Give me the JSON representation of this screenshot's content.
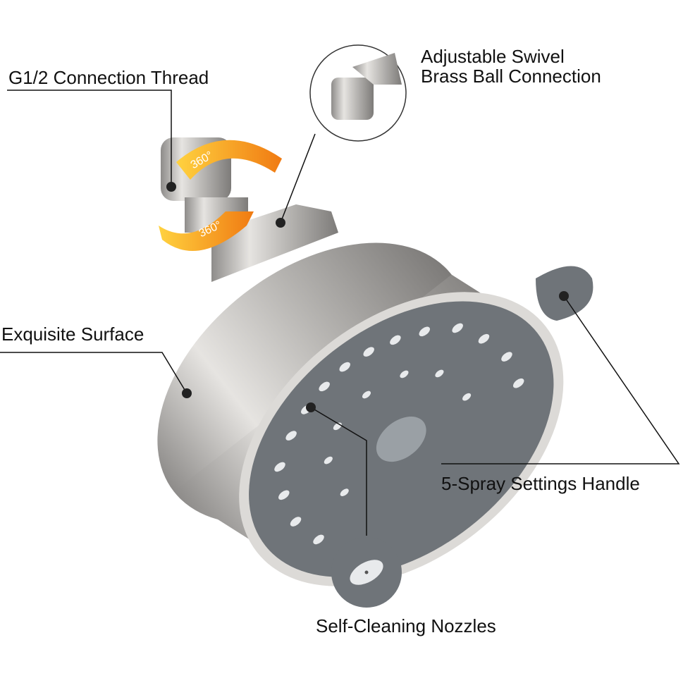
{
  "callouts": {
    "thread": "G1/2 Connection Thread",
    "swivel_line1": "Adjustable Swivel",
    "swivel_line2": "Brass Ball Connection",
    "surface": "Exquisite Surface",
    "handle": "5-Spray Settings Handle",
    "nozzles": "Self-Cleaning Nozzles"
  },
  "rotation_badges": [
    "360°",
    "360°"
  ],
  "colors": {
    "metal": "#c9c7c4",
    "face": "#6f7479",
    "nozzle": "#e8eaec",
    "arrow": "#f5a623",
    "line": "#111111"
  }
}
